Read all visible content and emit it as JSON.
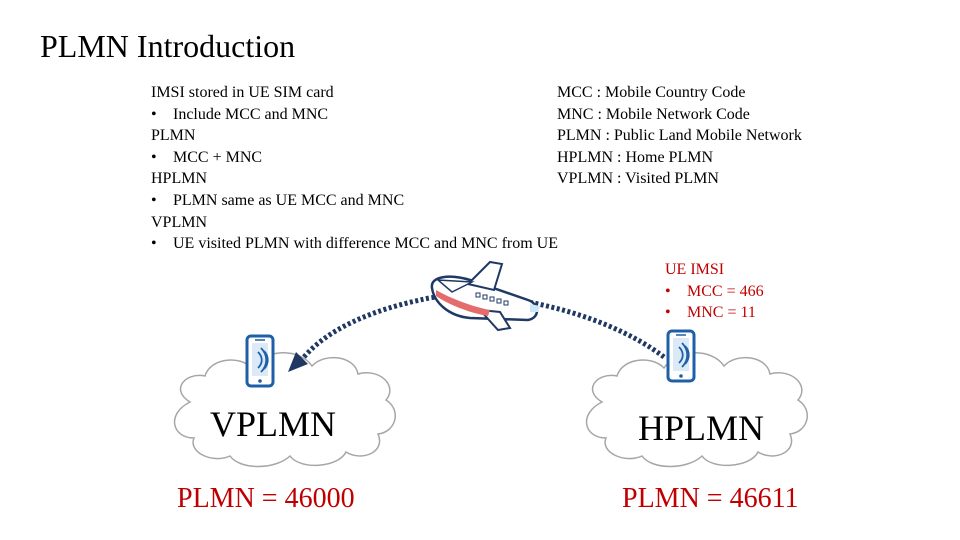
{
  "title": "PLMN Introduction",
  "left_list": {
    "imsi_heading": "IMSI stored in UE SIM card",
    "imsi_bullet": "Include MCC and MNC",
    "plmn_heading": "PLMN",
    "plmn_bullet": "MCC + MNC",
    "hplmn_heading": "HPLMN",
    "hplmn_bullet": "PLMN same as UE MCC and MNC",
    "vplmn_heading": "VPLMN",
    "vplmn_bullet": "UE visited PLMN with difference MCC and MNC from UE"
  },
  "definitions": [
    "MCC : Mobile Country Code",
    "MNC : Mobile Network Code",
    "PLMN : Public Land Mobile Network",
    "HPLMN : Home PLMN",
    "VPLMN : Visited PLMN"
  ],
  "ue_imsi": {
    "heading": "UE IMSI",
    "mcc": "MCC =  466",
    "mnc": "MNC = 11"
  },
  "visited_network": {
    "label": "VPLMN",
    "plmn": "PLMN = 46000"
  },
  "home_network": {
    "label": "HPLMN",
    "plmn": "PLMN = 46611"
  },
  "colors": {
    "accent_red": "#c00000",
    "phone_blue": "#1f5fa8",
    "arc_navy": "#1f3864",
    "cloud_stroke": "#a6a6a6"
  }
}
